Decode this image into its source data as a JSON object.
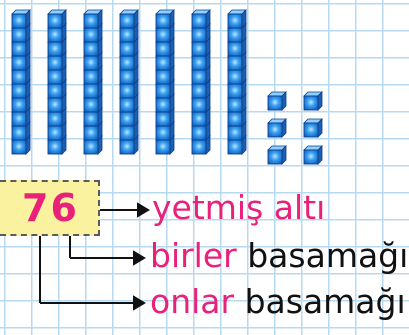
{
  "number": "76",
  "lines": [
    {
      "pink": "yetmiş altı",
      "black": ""
    },
    {
      "pink": "birler",
      "black": "basamağı"
    },
    {
      "pink": "onlar",
      "black": "basamağı"
    }
  ],
  "blocks": {
    "tens_rods": 7,
    "ones_units": 6
  },
  "colors": {
    "accent": "#e8217a",
    "cube": "#2a8fe6",
    "box": "#fbf2a0",
    "grid": "#b7d9f2"
  }
}
